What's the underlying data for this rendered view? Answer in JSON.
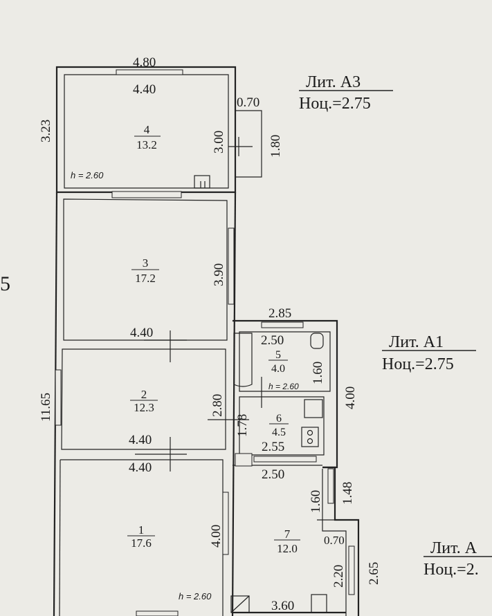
{
  "page_edge_label": "5",
  "blocks": [
    {
      "lit": "Лит.  А3",
      "h": "Ноц.=2.75"
    },
    {
      "lit": "Лит.  А1",
      "h": "Ноц.=2.75"
    },
    {
      "lit": "Лит.  А",
      "h": "Ноц.=2."
    }
  ],
  "rooms": [
    {
      "num": "4",
      "area": "13.2",
      "ceiling": "h = 2.60"
    },
    {
      "num": "3",
      "area": "17.2"
    },
    {
      "num": "2",
      "area": "12.3"
    },
    {
      "num": "1",
      "area": "17.6",
      "ceiling": "h = 2.60"
    },
    {
      "num": "5",
      "area": "4.0",
      "ceiling": "h = 2.60"
    },
    {
      "num": "6",
      "area": "4.5"
    },
    {
      "num": "7",
      "area": "12.0"
    }
  ],
  "dims": {
    "top_outer": "4.80",
    "room4_width": "4.40",
    "room4_left": "3.23",
    "room4_right": "3.00",
    "porch_width": "0.70",
    "porch_length": "1.80",
    "room3_right": "3.90",
    "room3_bottom": "4.40",
    "room2_left": "11.65",
    "room2_right": "2.80",
    "room2_bottom": "4.40",
    "room1_top": "4.40",
    "room1_right": "4.00",
    "a1_top": "2.85",
    "room5_top": "2.50",
    "room5_right": "1.60",
    "a1_right": "4.00",
    "room6_left": "1.78",
    "room6_bottom": "2.55",
    "room7_top": "2.50",
    "step_height": "1.60",
    "step_right": "1.48",
    "step_width": "0.70",
    "room7_right": "2.20",
    "ext_height": "2.65",
    "room7_bottom": "3.60"
  }
}
